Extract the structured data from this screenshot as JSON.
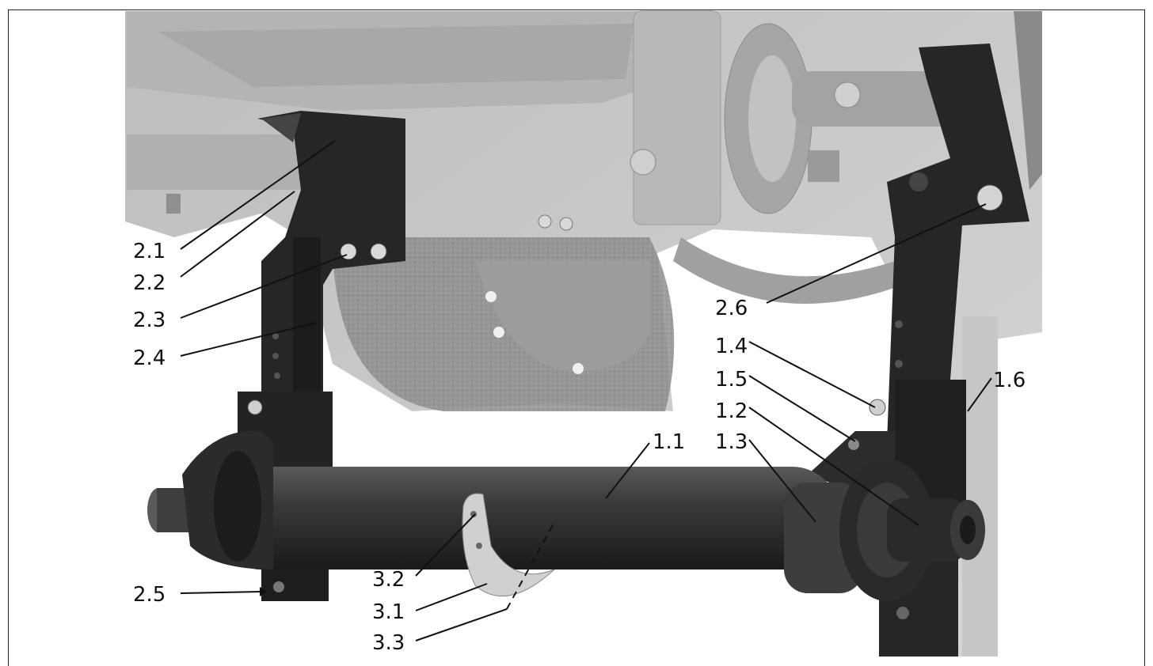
{
  "labels": {
    "l_2_1": "2.1",
    "l_2_2": "2.2",
    "l_2_3": "2.3",
    "l_2_4": "2.4",
    "l_2_5": "2.5",
    "l_2_6": "2.6",
    "l_1_1": "1.1",
    "l_1_2": "1.2",
    "l_1_3": "1.3",
    "l_1_4": "1.4",
    "l_1_5": "1.5",
    "l_1_6": "1.6",
    "l_3_1": "3.1",
    "l_3_2": "3.2",
    "l_3_3": "3.3"
  },
  "colors": {
    "background_photo": "#c9c9c9",
    "background_photo_dark": "#a9a9a9",
    "bracket": "#2a2a2a",
    "axle": "#303030",
    "line": "#111111"
  }
}
